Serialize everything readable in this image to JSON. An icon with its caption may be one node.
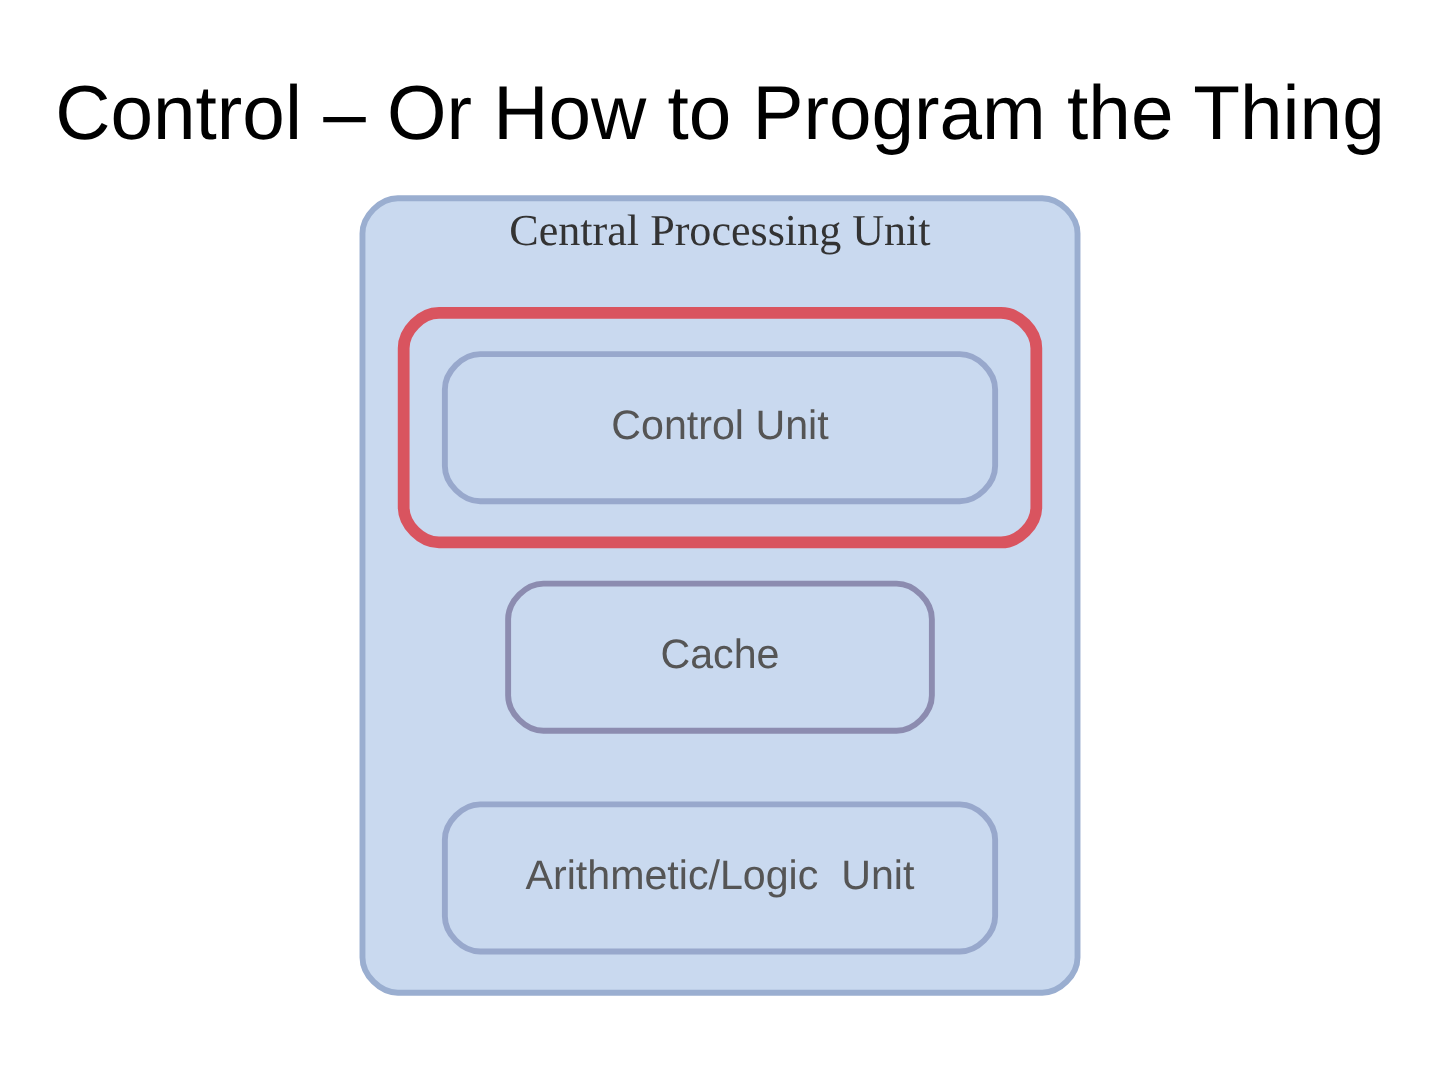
{
  "diagram": {
    "title": "Control – Or How to Program the Thing",
    "nodes": [
      {
        "text": [
          "Central Processing Unit"
        ]
      },
      {
        "text": [],
        "shape": "box",
        "in": 0
      },
      {
        "text": [
          "Control Unit"
        ],
        "in": 1
      },
      {
        "text": [
          "Cache"
        ],
        "in": 0
      },
      {
        "text": [
          "Arithmetic/Logic  Unit"
        ],
        "in": 0
      }
    ]
  }
}
